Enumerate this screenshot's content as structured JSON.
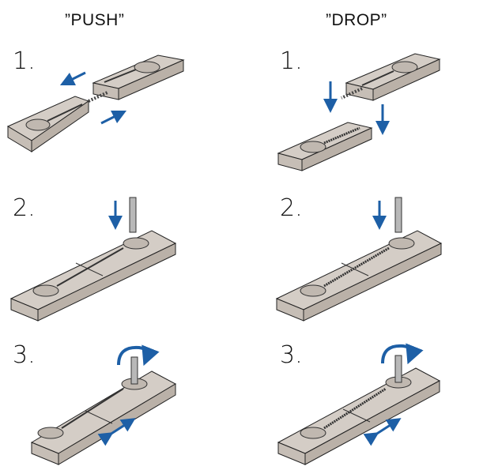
{
  "columns": [
    {
      "title": "”PUSH”"
    },
    {
      "title": "”DROP”"
    }
  ],
  "steps": [
    {
      "label": "1."
    },
    {
      "label": "2."
    },
    {
      "label": "3."
    }
  ],
  "colors": {
    "block_top": "#d4cdc6",
    "block_side": "#bab1a8",
    "block_front": "#c6beb6",
    "outline": "#222222",
    "arrow": "#1d5fa6",
    "pin": "#b8b8b8"
  },
  "icons": [
    "arrow-left-icon",
    "arrow-right-icon",
    "arrow-down-icon",
    "rotate-arrow-icon",
    "double-arrow-icon",
    "pin-icon"
  ]
}
